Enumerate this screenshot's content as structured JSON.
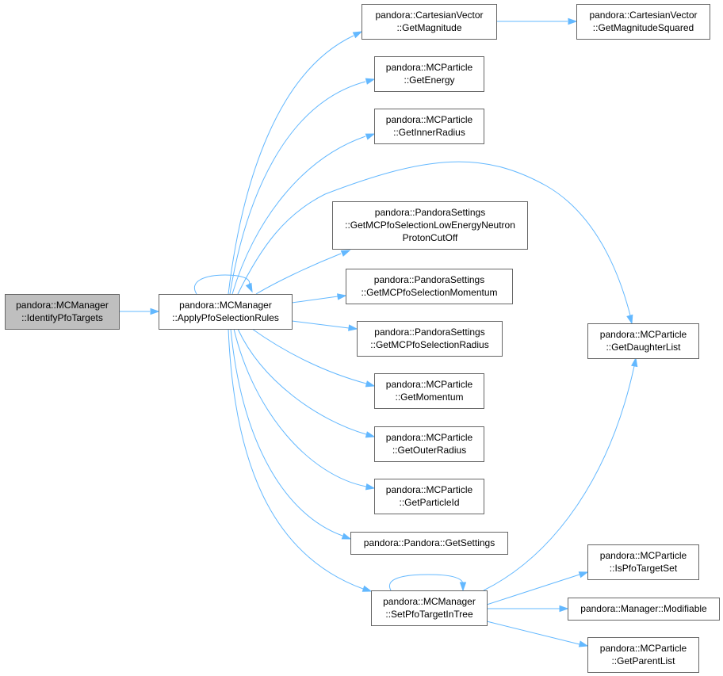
{
  "nodes": {
    "identify": {
      "lines": [
        "pandora::MCManager",
        "::IdentifyPfoTargets"
      ]
    },
    "apply": {
      "lines": [
        "pandora::MCManager",
        "::ApplyPfoSelectionRules"
      ]
    },
    "getMagnitude": {
      "lines": [
        "pandora::CartesianVector",
        "::GetMagnitude"
      ]
    },
    "getMagnitudeSquared": {
      "lines": [
        "pandora::CartesianVector",
        "::GetMagnitudeSquared"
      ]
    },
    "getEnergy": {
      "lines": [
        "pandora::MCParticle",
        "::GetEnergy"
      ]
    },
    "getInnerRadius": {
      "lines": [
        "pandora::MCParticle",
        "::GetInnerRadius"
      ]
    },
    "getLowEnergyNeutron": {
      "lines": [
        "pandora::PandoraSettings",
        "::GetMCPfoSelectionLowEnergyNeutron",
        "ProtonCutOff"
      ]
    },
    "getSelMomentum": {
      "lines": [
        "pandora::PandoraSettings",
        "::GetMCPfoSelectionMomentum"
      ]
    },
    "getSelRadius": {
      "lines": [
        "pandora::PandoraSettings",
        "::GetMCPfoSelectionRadius"
      ]
    },
    "getDaughterList": {
      "lines": [
        "pandora::MCParticle",
        "::GetDaughterList"
      ]
    },
    "getMomentum": {
      "lines": [
        "pandora::MCParticle",
        "::GetMomentum"
      ]
    },
    "getOuterRadius": {
      "lines": [
        "pandora::MCParticle",
        "::GetOuterRadius"
      ]
    },
    "getParticleId": {
      "lines": [
        "pandora::MCParticle",
        "::GetParticleId"
      ]
    },
    "getSettings": {
      "lines": [
        "pandora::Pandora::GetSettings"
      ]
    },
    "setPfoTarget": {
      "lines": [
        "pandora::MCManager",
        "::SetPfoTargetInTree"
      ]
    },
    "isPfoTargetSet": {
      "lines": [
        "pandora::MCParticle",
        "::IsPfoTargetSet"
      ]
    },
    "modifiable": {
      "lines": [
        "pandora::Manager::Modifiable"
      ]
    },
    "getParentList": {
      "lines": [
        "pandora::MCParticle",
        "::GetParentList"
      ]
    }
  },
  "edges": [
    [
      "identify",
      "apply"
    ],
    [
      "apply",
      "apply"
    ],
    [
      "apply",
      "getMagnitude"
    ],
    [
      "getMagnitude",
      "getMagnitudeSquared"
    ],
    [
      "apply",
      "getEnergy"
    ],
    [
      "apply",
      "getInnerRadius"
    ],
    [
      "apply",
      "getDaughterList"
    ],
    [
      "apply",
      "getLowEnergyNeutron"
    ],
    [
      "apply",
      "getSelMomentum"
    ],
    [
      "apply",
      "getSelRadius"
    ],
    [
      "apply",
      "getMomentum"
    ],
    [
      "apply",
      "getOuterRadius"
    ],
    [
      "apply",
      "getParticleId"
    ],
    [
      "apply",
      "getSettings"
    ],
    [
      "apply",
      "setPfoTarget"
    ],
    [
      "setPfoTarget",
      "setPfoTarget"
    ],
    [
      "setPfoTarget",
      "getDaughterList"
    ],
    [
      "setPfoTarget",
      "isPfoTargetSet"
    ],
    [
      "setPfoTarget",
      "modifiable"
    ],
    [
      "setPfoTarget",
      "getParentList"
    ]
  ],
  "colors": {
    "edge": "#63b8ff",
    "root_fill": "#bfbfbf",
    "node_border": "#666666"
  }
}
